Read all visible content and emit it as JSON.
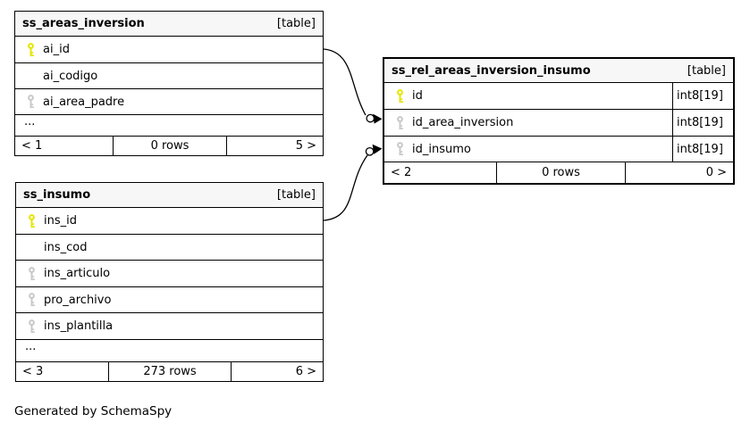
{
  "page": {
    "generated_by": "Generated by SchemaSpy"
  },
  "colors": {
    "primary_key_icon": "#e5e500",
    "foreign_key_icon": "#c9c9c9",
    "header_bg": "#f7f7f7",
    "border": "#000000"
  },
  "tables": [
    {
      "title": "ss_areas_inversion",
      "badge": "[table]",
      "columns": [
        {
          "name": "ai_id",
          "key": "primary"
        },
        {
          "name": "ai_codigo",
          "key": "none"
        },
        {
          "name": "ai_area_padre",
          "key": "foreign"
        },
        {
          "name": "...",
          "key": "ellipsis"
        }
      ],
      "footer": {
        "page_prev": "< 1",
        "rows": "0 rows",
        "page_next": "5 >"
      }
    },
    {
      "title": "ss_rel_areas_inversion_insumo",
      "badge": "[table]",
      "columns": [
        {
          "name": "id",
          "key": "primary",
          "type": "int8[19]"
        },
        {
          "name": "id_area_inversion",
          "key": "foreign",
          "type": "int8[19]"
        },
        {
          "name": "id_insumo",
          "key": "foreign",
          "type": "int8[19]"
        }
      ],
      "footer": {
        "page_prev": "< 2",
        "rows": "0 rows",
        "page_next": "0 >"
      }
    },
    {
      "title": "ss_insumo",
      "badge": "[table]",
      "columns": [
        {
          "name": "ins_id",
          "key": "primary"
        },
        {
          "name": "ins_cod",
          "key": "none"
        },
        {
          "name": "ins_articulo",
          "key": "foreign"
        },
        {
          "name": "pro_archivo",
          "key": "foreign"
        },
        {
          "name": "ins_plantilla",
          "key": "foreign"
        },
        {
          "name": "...",
          "key": "ellipsis"
        }
      ],
      "footer": {
        "page_prev": "< 3",
        "rows": "273 rows",
        "page_next": "6 >"
      }
    }
  ]
}
